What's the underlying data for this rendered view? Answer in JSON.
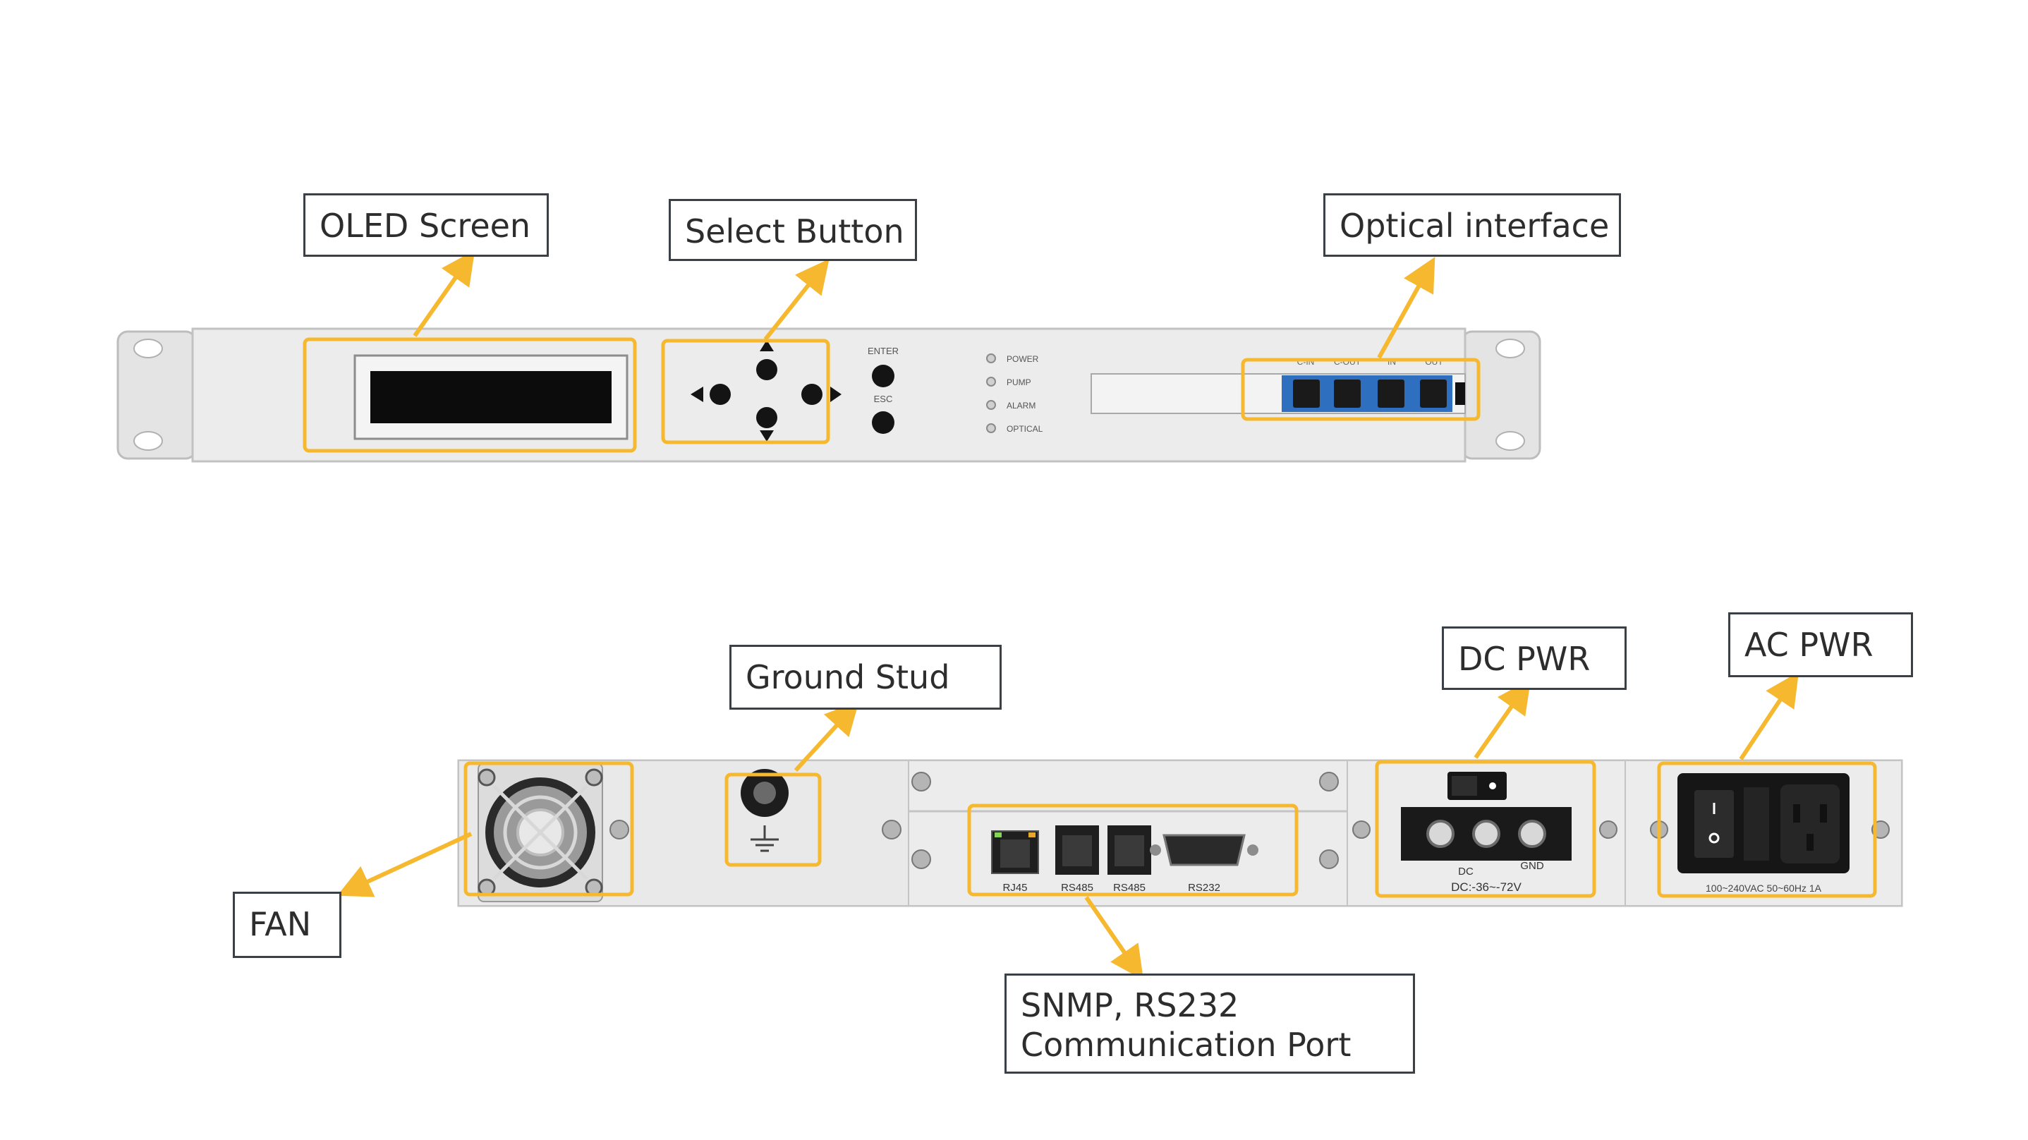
{
  "callouts": {
    "oled_screen": "OLED Screen",
    "select_button": "Select Button",
    "optical_interface": "Optical interface",
    "ground_stud": "Ground Stud",
    "dc_pwr": "DC PWR",
    "ac_pwr": "AC PWR",
    "fan": "FAN",
    "comm_port_line1": "SNMP, RS232",
    "comm_port_line2": "Communication Port"
  },
  "front_panel": {
    "enter_label": "ENTER",
    "esc_label": "ESC",
    "leds": [
      "POWER",
      "PUMP",
      "ALARM",
      "OPTICAL"
    ],
    "optical_ports": [
      "C-IN",
      "C-OUT",
      "IN",
      "OUT"
    ]
  },
  "rear_panel": {
    "ports": [
      "RJ45",
      "RS485",
      "RS485",
      "RS232"
    ],
    "dc_label": "DC",
    "gnd_label": "GND",
    "dc_range": "DC:-36~-72V",
    "ac_rating": "100~240VAC 50~60Hz 1A"
  },
  "colors": {
    "highlight": "#f5b82e",
    "panel": "#ebebeb",
    "port_blue": "#2f6fbf"
  }
}
